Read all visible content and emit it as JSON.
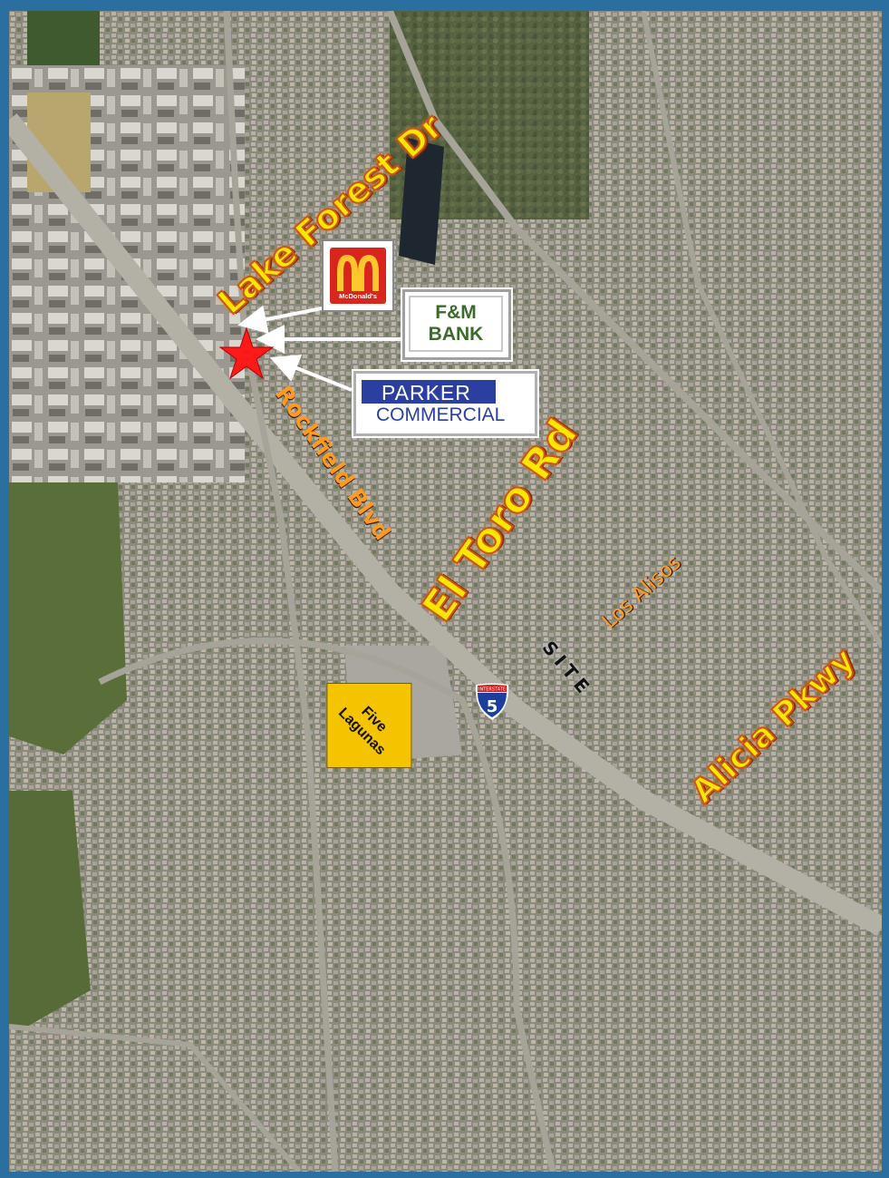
{
  "map": {
    "streets": {
      "lake_forest": "Lake Forest Dr",
      "rockfield": "Rockfield Blvd",
      "el_toro": "El Toro Rd",
      "los_alisos": "Los Alisos",
      "alicia": "Alicia Pkwy"
    },
    "site_label": "SITE",
    "five_lagunas": [
      "Five",
      "Lagunas"
    ],
    "logos": {
      "mcdonalds": "McDonald's",
      "fm_bank": [
        "F&M",
        "BANK"
      ],
      "parker": [
        "PARKER",
        "COMMERCIAL"
      ]
    },
    "interstate": {
      "label": "INTERSTATE",
      "number": "5"
    },
    "colors": {
      "star": "#ff1a1a",
      "label_fill": "#ffe600",
      "label_stroke": "#c9561b",
      "fm_green": "#3b6b2a",
      "parker_blue": "#2a3fa0",
      "five_lagunas_bg": "#f5c400"
    }
  }
}
